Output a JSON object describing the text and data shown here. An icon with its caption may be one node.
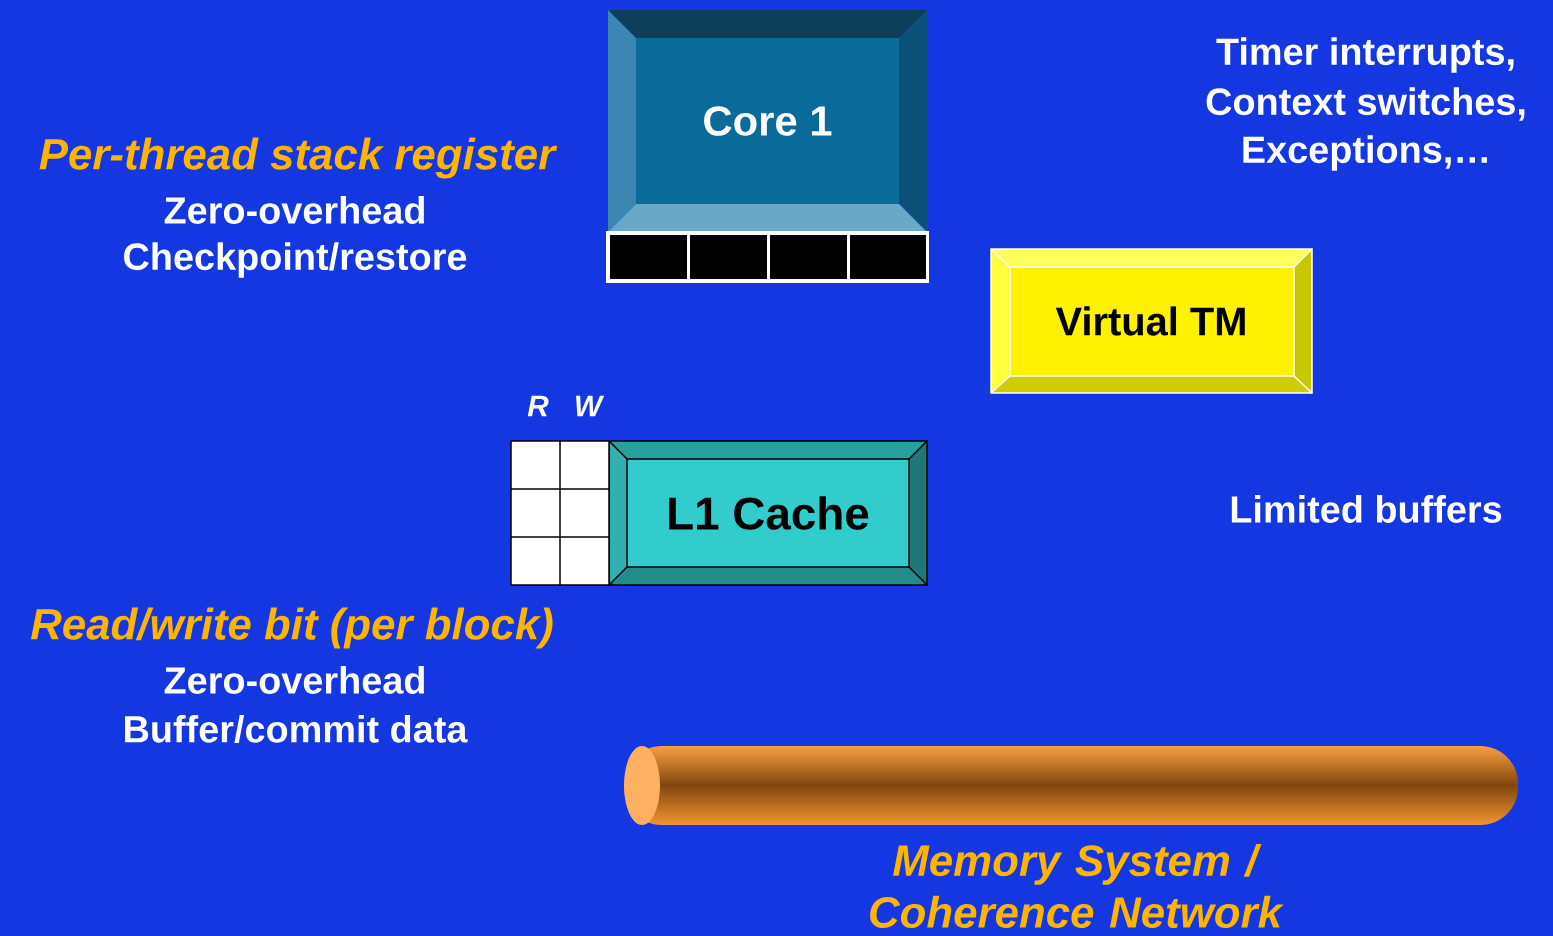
{
  "diagram": {
    "nodes": [
      {
        "text": [
          "Core 1"
        ]
      },
      {
        "text": [
          "Virtual TM"
        ]
      },
      {
        "text": [
          "L1 Cache"
        ]
      },
      {
        "text": [],
        "shape": "cylinder"
      }
    ],
    "labels": [
      "Per-thread stack register",
      "Zero-overhead",
      "Checkpoint/restore",
      "Timer interrupts,",
      "Context switches,",
      "Exceptions,…",
      "R",
      "W",
      "Read/write bit (per block)",
      "Zero-overhead",
      "Buffer/commit data",
      "Limited buffers",
      "Memory System / Coherence Network"
    ]
  }
}
